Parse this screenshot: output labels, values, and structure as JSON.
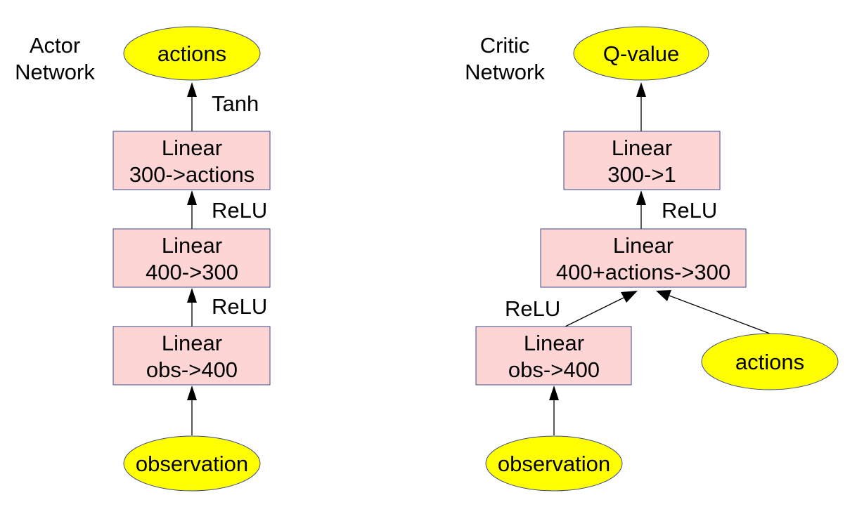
{
  "actor": {
    "title_line1": "Actor",
    "title_line2": "Network",
    "output": "actions",
    "activation_top": "Tanh",
    "layer3": {
      "line1": "Linear",
      "line2": "300->actions"
    },
    "activation_mid": "ReLU",
    "layer2": {
      "line1": "Linear",
      "line2": "400->300"
    },
    "activation_low": "ReLU",
    "layer1": {
      "line1": "Linear",
      "line2": "obs->400"
    },
    "input": "observation"
  },
  "critic": {
    "title_line1": "Critic",
    "title_line2": "Network",
    "output": "Q-value",
    "layer3": {
      "line1": "Linear",
      "line2": "300->1"
    },
    "activation_mid": "ReLU",
    "layer2": {
      "line1": "Linear",
      "line2": "400+actions->300"
    },
    "activation_low": "ReLU",
    "layer1": {
      "line1": "Linear",
      "line2": "obs->400"
    },
    "input": "observation",
    "actions_input": "actions"
  },
  "colors": {
    "node_fill": "#ffff00",
    "box_fill": "#fcd5d4",
    "border": "#3b4a8a"
  }
}
